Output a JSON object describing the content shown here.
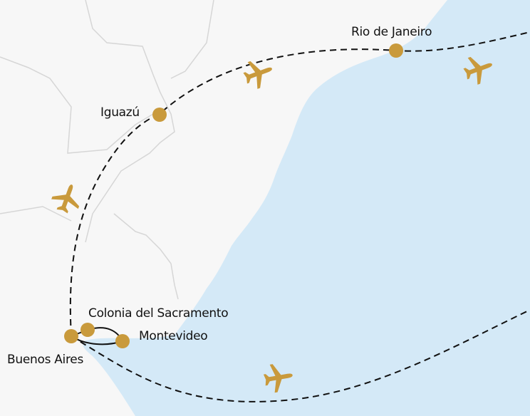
{
  "colors": {
    "land": "#f7f7f7",
    "sea": "#d4e9f7",
    "border": "#d6d6d6",
    "marker": "#c99a3c",
    "route": "#111111"
  },
  "cities": [
    {
      "name": "Rio de Janeiro"
    },
    {
      "name": "Iguazú"
    },
    {
      "name": "Colonia del Sacramento"
    },
    {
      "name": "Montevideo"
    },
    {
      "name": "Buenos Aires"
    }
  ],
  "icons": [
    "airplane-icon",
    "airplane-icon",
    "airplane-icon",
    "airplane-icon"
  ]
}
